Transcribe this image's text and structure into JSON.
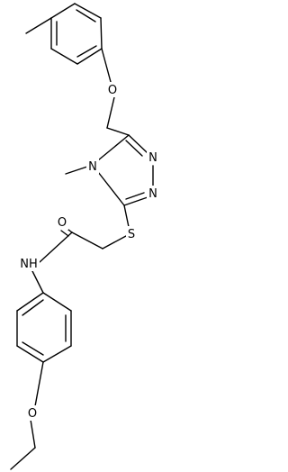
{
  "molecule": {
    "atom_labels": {
      "o_ether_top": "O",
      "n_ring_1": "N",
      "n_ring_2": "N",
      "n_ring_methyl": "N",
      "s_thioether": "S",
      "o_carbonyl": "O",
      "nh_amide": "NH",
      "o_ethoxy": "O"
    }
  }
}
